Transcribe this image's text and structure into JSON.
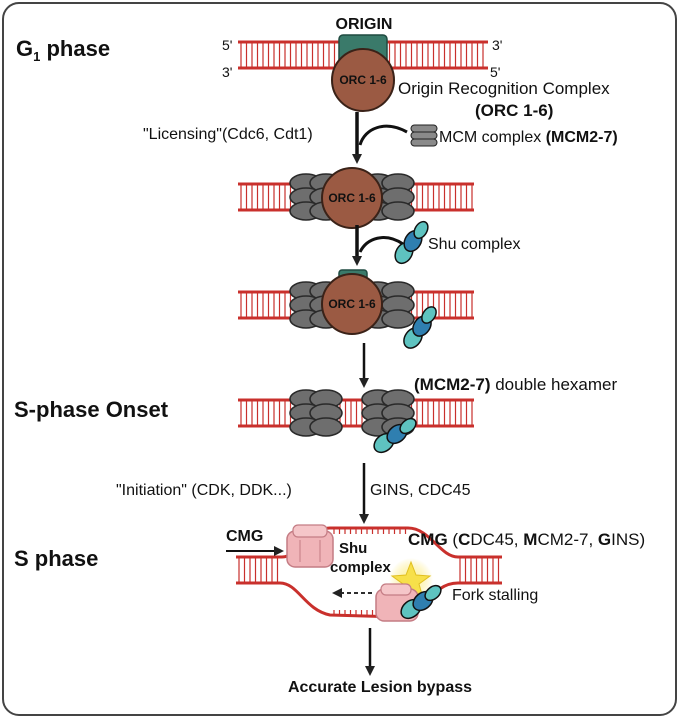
{
  "phases": {
    "g1": {
      "letter": "G",
      "sub": "1",
      "rest": " phase"
    },
    "s_onset": "S-phase Onset",
    "s_phase": "S phase"
  },
  "origin": {
    "title": "ORIGIN",
    "five_left": "5'",
    "three_right": "3'",
    "three_left": "3'",
    "five_right": "5'",
    "orc_label": "ORC 1-6",
    "orc_full": "Origin Recognition Complex",
    "orc_abbrev": "(ORC 1-6)"
  },
  "licensing": {
    "label": "\"Licensing\"(Cdc6, Cdt1)",
    "mcm_prefix": "MCM complex ",
    "mcm_bold": "(MCM2-7)"
  },
  "shu": {
    "label": "Shu complex"
  },
  "onset": {
    "bold": "(MCM2-7)",
    "rest": " double hexamer"
  },
  "initiation": {
    "left": "\"Initiation\" (CDK, DDK...)",
    "right": "GINS, CDC45"
  },
  "s_phase_panel": {
    "cmg_left": "CMG",
    "cmg_desc": [
      {
        "text": "CMG ",
        "bold": true
      },
      {
        "text": "(",
        "bold": false
      },
      {
        "text": "C",
        "bold": true
      },
      {
        "text": "DC45, ",
        "bold": false
      },
      {
        "text": "M",
        "bold": true
      },
      {
        "text": "CM2-7, ",
        "bold": false
      },
      {
        "text": "G",
        "bold": true
      },
      {
        "text": "INS)",
        "bold": false
      }
    ],
    "shu_line1": "Shu",
    "shu_line2": "complex",
    "fork_stalling": "Fork stalling"
  },
  "outcome": "Accurate Lesion bypass",
  "colors": {
    "dna": "#c9302c",
    "orc": "#9b5a43",
    "orc_stroke": "#3a2218",
    "origin_box": "#3a7a6a",
    "mcm": "#6e6e6e",
    "mcm_dark": "#2a2a2a",
    "shu_teal": "#5ec3c0",
    "shu_blue": "#2f7fb0",
    "cmg_pink": "#f0b4b8",
    "star": "#f7e04a",
    "border": "#444444"
  }
}
